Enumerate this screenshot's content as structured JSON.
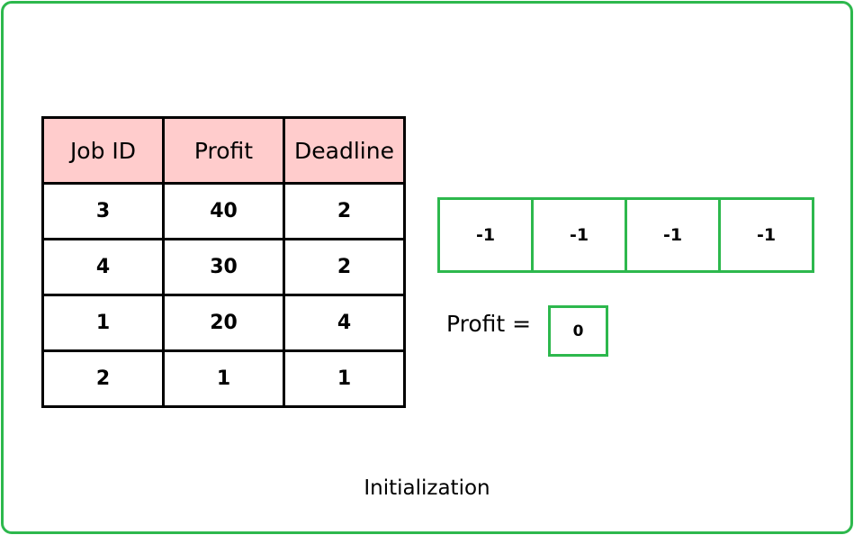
{
  "table": {
    "headers": [
      "Job ID",
      "Profit",
      "Deadline"
    ],
    "rows": [
      [
        "3",
        "40",
        "2"
      ],
      [
        "4",
        "30",
        "2"
      ],
      [
        "1",
        "20",
        "4"
      ],
      [
        "2",
        "1",
        "1"
      ]
    ]
  },
  "slots": [
    "-1",
    "-1",
    "-1",
    "-1"
  ],
  "profit": {
    "label": "Profit =",
    "value": "0"
  },
  "caption": "Initialization",
  "colors": {
    "frame_border": "#2db84d",
    "header_fill": "#ffcccc",
    "table_border": "#000000",
    "slot_border": "#2db84d"
  }
}
